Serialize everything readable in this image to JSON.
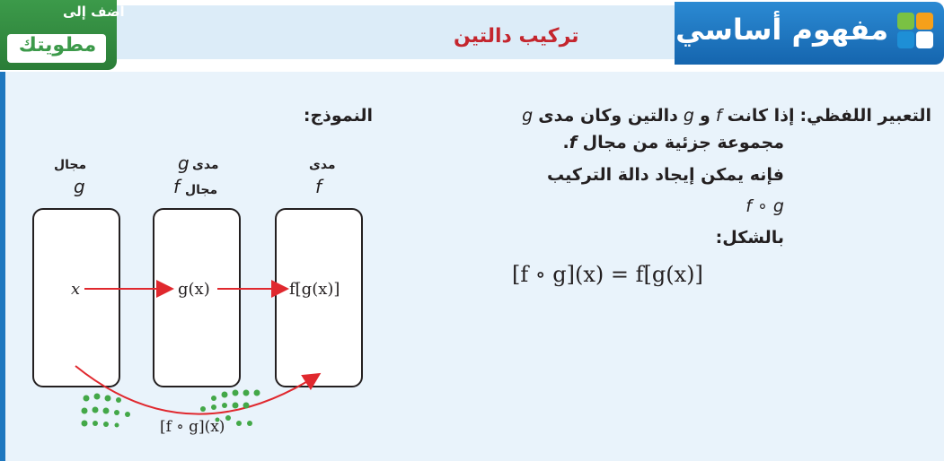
{
  "header": {
    "concept_label": "مفهوم أساسي",
    "section_title": "تركيب دالتين",
    "foldable_top": "أضف إلى",
    "foldable_word": "مطويتك"
  },
  "definition": {
    "label": "التعبير اللفظي:",
    "line1_text": "إذا كانت",
    "f": "f",
    "and": "و",
    "g": "g",
    "line1_rest": "دالتين وكان مدى",
    "line2": "مجموعة جزئية من مجال",
    "line3": "فإنه يمكن إيجاد دالة التركيب",
    "line4_expr": "f ∘ g",
    "line5": "بالشكل:",
    "formula": "[f ∘ g](x) = f[g(x)]"
  },
  "model": {
    "label": "النموذج:",
    "col1_label": "مجال",
    "col1_sym": "g",
    "col2_label": "مدى",
    "col2_sym": "g",
    "col2_sub_label": "مجال",
    "col2_sub_sym": "f",
    "col3_label": "مدى",
    "col3_sym": "f",
    "box1_text": "x",
    "box2_text": "g(x)",
    "box3_text": "f[g(x)]",
    "composite": "[f ∘ g](x)"
  },
  "colors": {
    "header_blue": "#1e77bf",
    "title_red": "#c4262e",
    "foldable_green": "#3c9a4a",
    "arrow_red": "#e0282e",
    "panel_bg": "#e9f3fb"
  }
}
